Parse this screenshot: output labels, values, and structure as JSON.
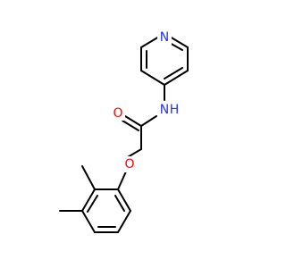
{
  "molecule": {
    "atoms": [
      {
        "id": "N_py",
        "symbol": "N",
        "color": "#2233ff"
      },
      {
        "id": "N_am",
        "symbol": "N",
        "color": "#2233ff"
      },
      {
        "id": "H_am",
        "symbol": "H",
        "color": "#2233ff"
      },
      {
        "id": "O_co",
        "symbol": "O",
        "color": "#ff0000"
      },
      {
        "id": "O_et",
        "symbol": "O",
        "color": "#ff0000"
      }
    ],
    "bond_color": "#000000"
  }
}
